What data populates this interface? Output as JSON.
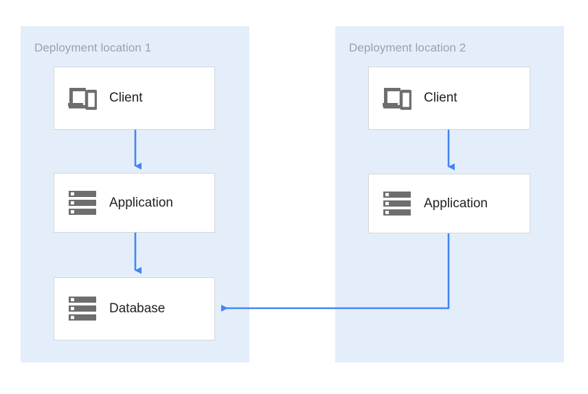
{
  "diagram": {
    "type": "architecture-deployment-diagram",
    "background_color": "#ffffff",
    "zone_color": "#e4eefb",
    "box_fill": "#ffffff",
    "box_border_color": "#d3d6da",
    "icon_color": "#6e6e6e",
    "connector_color": "#4285f4",
    "label_color": "#9aa0a6",
    "node_text_color": "#202124",
    "zones": [
      {
        "id": "zone-1",
        "label": "Deployment location 1",
        "nodes": [
          {
            "id": "client-1",
            "label": "Client",
            "icon": "devices-icon"
          },
          {
            "id": "app-1",
            "label": "Application",
            "icon": "server-icon"
          },
          {
            "id": "database-1",
            "label": "Database",
            "icon": "server-icon"
          }
        ]
      },
      {
        "id": "zone-2",
        "label": "Deployment location 2",
        "nodes": [
          {
            "id": "client-2",
            "label": "Client",
            "icon": "devices-icon"
          },
          {
            "id": "app-2",
            "label": "Application",
            "icon": "server-icon"
          }
        ]
      }
    ],
    "connectors": [
      {
        "id": "client-1-to-app-1",
        "from": "client-1",
        "to": "app-1",
        "style": "straight-down-arrow"
      },
      {
        "id": "app-1-to-database-1",
        "from": "app-1",
        "to": "database-1",
        "style": "straight-down-arrow"
      },
      {
        "id": "client-2-to-app-2",
        "from": "client-2",
        "to": "app-2",
        "style": "straight-down-arrow"
      },
      {
        "id": "app-2-to-database-1",
        "from": "app-2",
        "to": "database-1",
        "style": "elbow-left-arrow"
      }
    ]
  }
}
